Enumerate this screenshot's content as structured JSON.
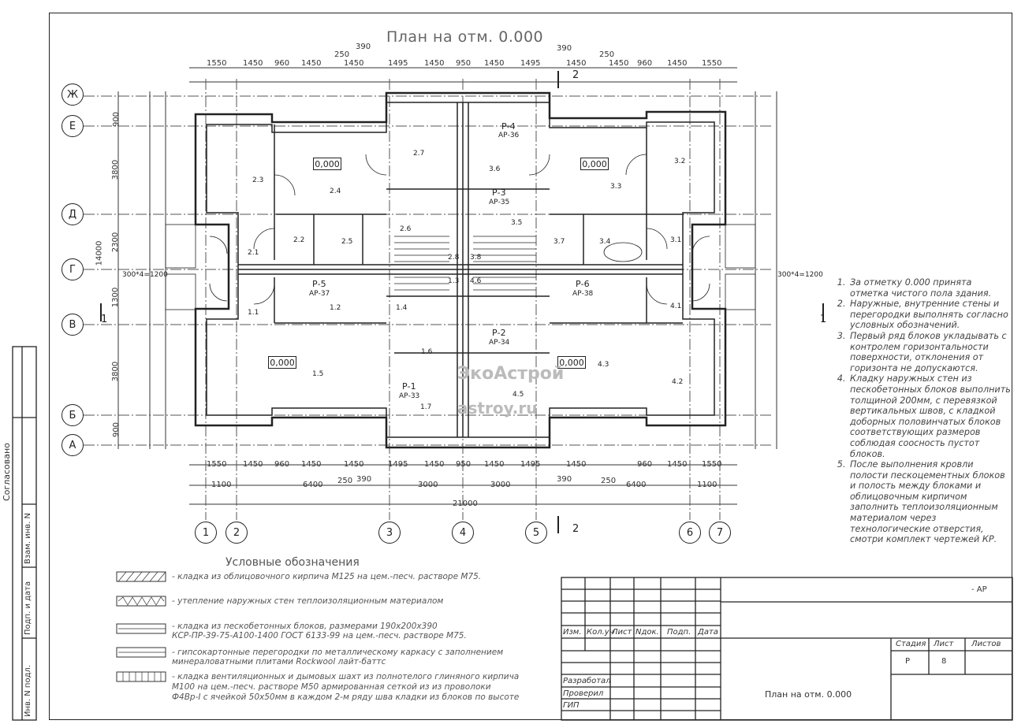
{
  "title": "План на отм. 0.000",
  "axes_letters": [
    "Ж",
    "Е",
    "Д",
    "Г",
    "В",
    "Б",
    "А"
  ],
  "axes_numbers": [
    "1",
    "2",
    "3",
    "4",
    "5",
    "6",
    "7"
  ],
  "dims_top": [
    "1550",
    "1450",
    "960",
    "1450",
    "250",
    "1450",
    "1495",
    "1450",
    "950",
    "1450",
    "1495",
    "1450",
    "250",
    "1450",
    "960",
    "1450",
    "1550"
  ],
  "dims_top_extra": [
    "390",
    "390"
  ],
  "dims_bottom": [
    "1550",
    "1450",
    "960",
    "1450",
    "1450",
    "1495",
    "1450",
    "950",
    "1450",
    "1495",
    "1450",
    "960",
    "1450",
    "1550"
  ],
  "dims_bottom_totals": {
    "d1": "1100",
    "d2": "6400",
    "d3": "3000",
    "d4": "3000",
    "d5": "6400",
    "d6": "1100",
    "total": "21000",
    "small1": "250",
    "small2": "390",
    "small3": "390",
    "small4": "250"
  },
  "dims_left": [
    "900",
    "3800",
    "2300",
    "1300",
    "3800",
    "900",
    "14000"
  ],
  "rooms": {
    "r1": "0,000",
    "r2": "0,000",
    "r3": "0,000",
    "r4": "0,000"
  },
  "room_numbers": [
    "2.3",
    "2.4",
    "2.7",
    "3.6",
    "3.2",
    "3.3",
    "2.2",
    "2.1",
    "2.5",
    "2.6",
    "2.8",
    "3.8",
    "3.5",
    "3.7",
    "3.4",
    "3.1",
    "1.1",
    "1.2",
    "1.3",
    "4.6",
    "1.4",
    "1.5",
    "1.6",
    "1.7",
    "4.5",
    "4.3",
    "4.2",
    "4.1"
  ],
  "risers": [
    {
      "name": "Р-4",
      "ref": "АР-36"
    },
    {
      "name": "Р-3",
      "ref": "АР-35"
    },
    {
      "name": "Р-5",
      "ref": "АР-37"
    },
    {
      "name": "Р-6",
      "ref": "АР-38"
    },
    {
      "name": "Р-2",
      "ref": "АР-34"
    },
    {
      "name": "Р-1",
      "ref": "АР-33"
    }
  ],
  "section_marks": {
    "s1": "1",
    "s2": "2",
    "w1": "300*4=1200"
  },
  "notes": [
    "За отметку 0.000 принята отметка чистого пола здания.",
    "Наружные, внутренние стены и перегородки выполнять согласно условных обозначений.",
    "Первый ряд блоков укладывать с контролем горизонтальности поверхности, отклонения от горизонта не допускаются.",
    "Кладку наружных стен из пескобетонных блоков выполнить толщиной 200мм, с перевязкой вертикальных швов, с кладкой доборных половинчатых блоков соответствующих размеров соблюдая соосность пустот блоков.",
    "После выполнения кровли полости пескоцементных блоков и полость между блоками и облицовочным кирпичом заполнить теплоизоляционным материалом через технологические отверстия, смотри комплект чертежей КР."
  ],
  "legend": {
    "title": "Условные обозначения",
    "items": [
      "- кладка из облицовочного кирпича М125 на цем.-песч. растворе М75.",
      "- утепление наружных стен теплоизоляционным материалом",
      "- кладка из пескобетонных блоков, размерами 190х200х390",
      "КСР-ПР-39-75-А100-1400 ГОСТ 6133-99 на цем.-песч. растворе М75.",
      "- гипсокартонные перегородки по металлическому каркасу с заполнением",
      "минераловатными плитами Rockwool лайт-баттс",
      "- кладка вентиляционных и дымовых шахт из полнотелого глиняного кирпича",
      "М100 на цем.-песч. растворе М50 армированная сеткой из из проволоки",
      "Ф4Вр-I с ячейкой 50х50мм в каждом 2-м ряду шва кладки из блоков по высоте"
    ]
  },
  "side_stamps": [
    "Согласовано",
    "Взам. инв. N",
    "Подп. и дата",
    "Инв. N подл."
  ],
  "title_block": {
    "code": "- АР",
    "h_izm": "Изм.",
    "h_kol": "Кол.уч",
    "h_list": "Лист",
    "h_ndok": "Nдок.",
    "h_podp": "Подп.",
    "h_data": "Дата",
    "stage_h": "Стадия",
    "sheet_h": "Лист",
    "sheets_h": "Листов",
    "stage": "Р",
    "sheet": "8",
    "razrab": "Разработал",
    "prov": "Проверил",
    "gip": "ГИП",
    "sheet_title": "План на отм. 0.000"
  },
  "watermark": {
    "brand": "ЭкоАстрой",
    "site": "astroy.ru"
  }
}
